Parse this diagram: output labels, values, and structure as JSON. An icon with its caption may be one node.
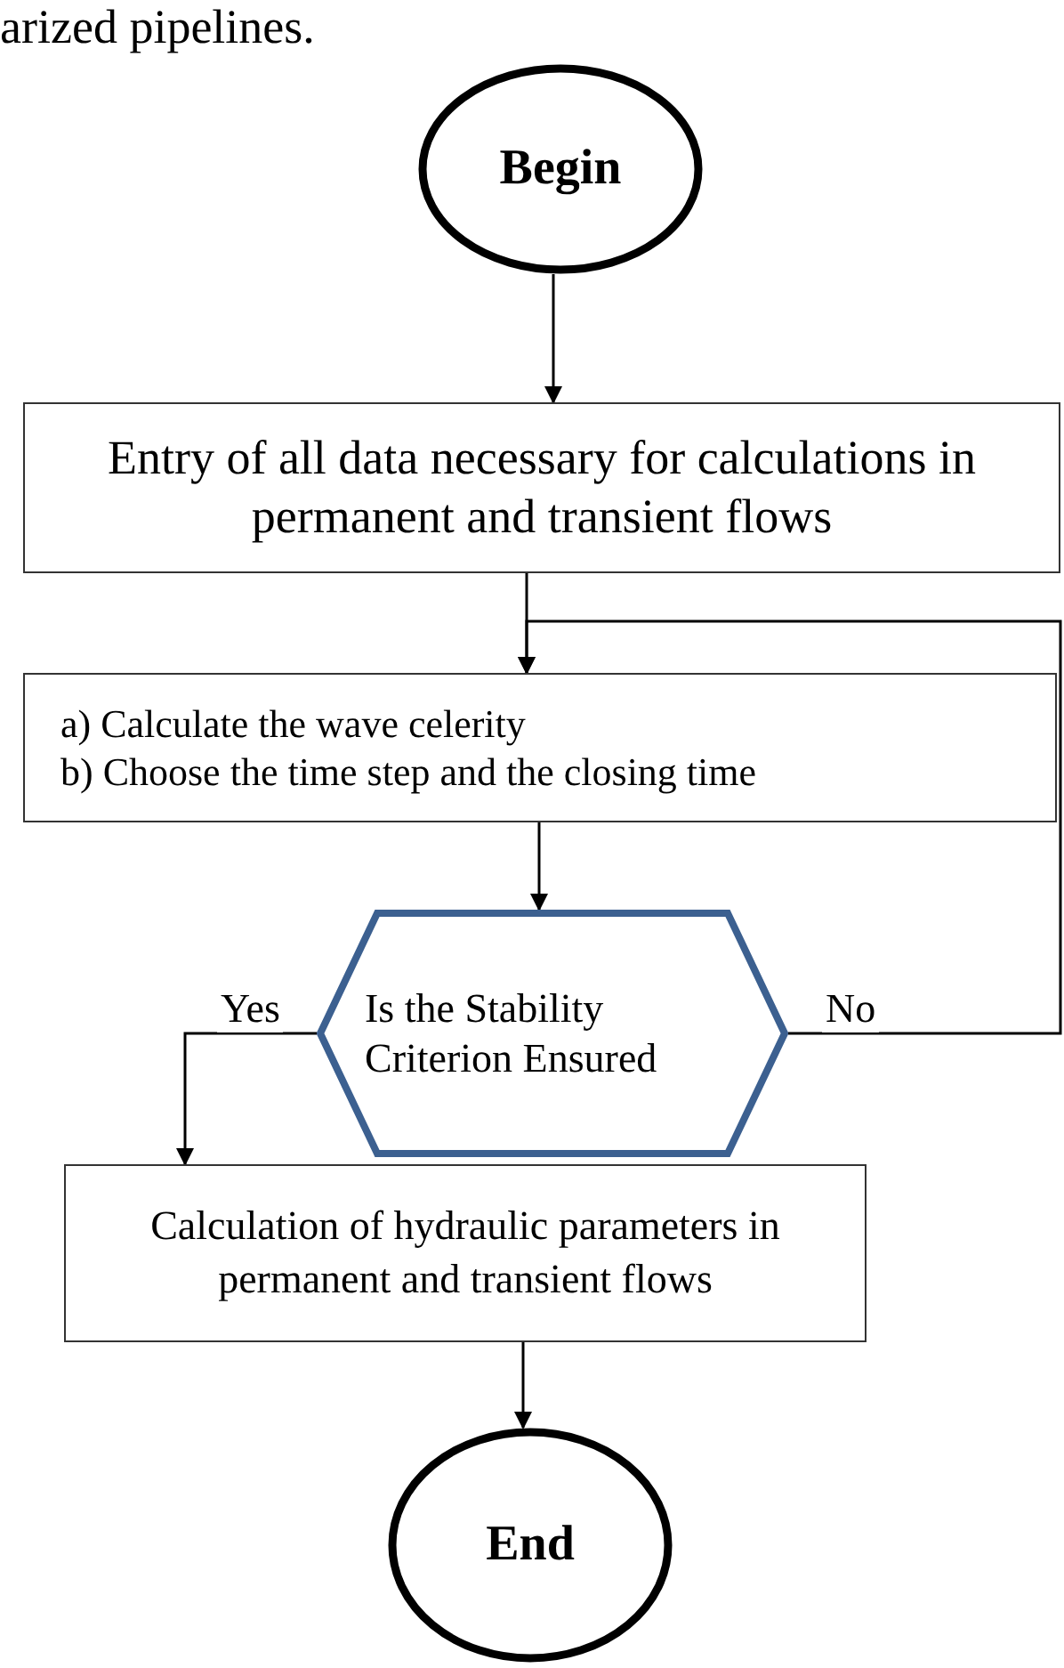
{
  "diagram": {
    "nodes": [
      {
        "text": [
          "Begin"
        ]
      },
      {
        "text": [
          "Entry of all data necessary for calculations in permanent and transient flows"
        ]
      },
      {
        "text": [
          "a) Calculate the wave celerity",
          "b) Choose the time step and the closing time"
        ]
      },
      {
        "text": [
          "Is the Stability Criterion Ensured"
        ]
      },
      {
        "text": [
          "Calculation of hydraulic parameters in permanent and transient flows"
        ]
      },
      {
        "text": [
          "End"
        ]
      }
    ],
    "edges": [
      {
        "from": 0,
        "to": 1,
        "arrow": "to"
      },
      {
        "from": 1,
        "to": 2,
        "arrow": "to"
      },
      {
        "from": 2,
        "to": 3,
        "arrow": "to"
      },
      {
        "from": 3,
        "to": 4,
        "arrow": "to",
        "label": "Yes"
      },
      {
        "from": 3,
        "to": 2,
        "arrow": "to",
        "label": "No"
      },
      {
        "from": 4,
        "to": 5,
        "arrow": "to"
      }
    ],
    "labels": [
      "arized pipelines."
    ]
  }
}
